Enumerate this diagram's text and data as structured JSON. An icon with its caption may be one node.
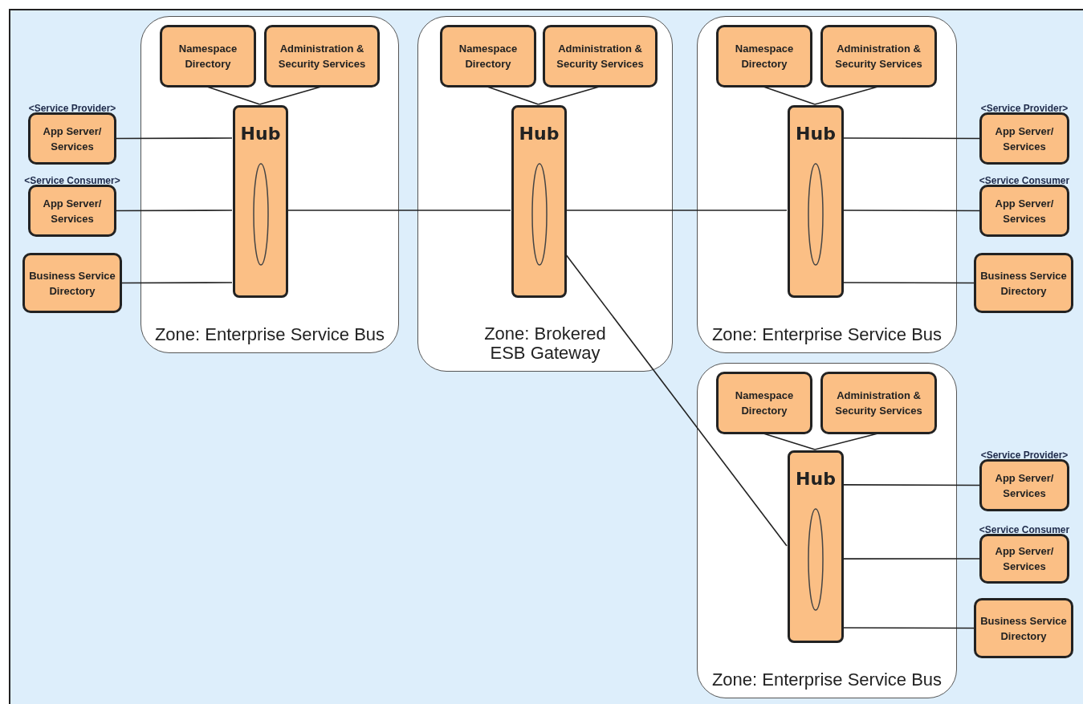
{
  "diagram": {
    "nodes": [
      {
        "text": [
          "Zone: Enterprise Service Bus"
        ]
      },
      {
        "text": [
          "Namespace Directory"
        ],
        "in": 0
      },
      {
        "text": [
          "Administration & Security Services"
        ],
        "in": 0
      },
      {
        "text": [
          "Hub"
        ],
        "in": 0
      },
      {
        "text": [
          "App Server/ Services"
        ],
        "beside": [
          "<Service Provider>"
        ]
      },
      {
        "text": [
          "App Server/ Services"
        ],
        "beside": [
          "<Service Consumer>"
        ]
      },
      {
        "text": [
          "Business Service Directory"
        ]
      },
      {
        "text": [
          "Zone: Brokered ESB Gateway"
        ]
      },
      {
        "text": [
          "Namespace Directory"
        ],
        "in": 7
      },
      {
        "text": [
          "Administration & Security Services"
        ],
        "in": 7
      },
      {
        "text": [
          "Hub"
        ],
        "in": 7
      },
      {
        "text": [
          "Zone: Enterprise Service Bus"
        ]
      },
      {
        "text": [
          "Namespace Directory"
        ],
        "in": 11
      },
      {
        "text": [
          "Administration & Security Services"
        ],
        "in": 11
      },
      {
        "text": [
          "Hub"
        ],
        "in": 11
      },
      {
        "text": [
          "App Server/ Services"
        ],
        "beside": [
          "<Service Provider>"
        ]
      },
      {
        "text": [
          "App Server/ Services"
        ],
        "beside": [
          "<Service Consumer"
        ]
      },
      {
        "text": [
          "Business Service Directory"
        ]
      },
      {
        "text": [
          "Zone: Enterprise Service Bus"
        ]
      },
      {
        "text": [
          "Namespace Directory"
        ],
        "in": 18
      },
      {
        "text": [
          "Administration & Security Services"
        ],
        "in": 18
      },
      {
        "text": [
          "Hub"
        ],
        "in": 18
      },
      {
        "text": [
          "App Server/ Services"
        ],
        "beside": [
          "<Service Provider>"
        ]
      },
      {
        "text": [
          "App Server/ Services"
        ],
        "beside": [
          "<Service Consumer"
        ]
      },
      {
        "text": [
          "Business Service Directory"
        ]
      }
    ],
    "edges": [
      {
        "from": 1,
        "to": 3,
        "arrow": "none"
      },
      {
        "from": 2,
        "to": 3,
        "arrow": "none"
      },
      {
        "from": 4,
        "to": 3,
        "arrow": "none"
      },
      {
        "from": 5,
        "to": 3,
        "arrow": "none"
      },
      {
        "from": 6,
        "to": 3,
        "arrow": "none"
      },
      {
        "from": 3,
        "to": 10,
        "arrow": "none"
      },
      {
        "from": 8,
        "to": 10,
        "arrow": "none"
      },
      {
        "from": 9,
        "to": 10,
        "arrow": "none"
      },
      {
        "from": 10,
        "to": 14,
        "arrow": "none"
      },
      {
        "from": 10,
        "to": 21,
        "arrow": "none"
      },
      {
        "from": 12,
        "to": 14,
        "arrow": "none"
      },
      {
        "from": 13,
        "to": 14,
        "arrow": "none"
      },
      {
        "from": 14,
        "to": 15,
        "arrow": "none"
      },
      {
        "from": 14,
        "to": 16,
        "arrow": "none"
      },
      {
        "from": 14,
        "to": 17,
        "arrow": "none"
      },
      {
        "from": 19,
        "to": 21,
        "arrow": "none"
      },
      {
        "from": 20,
        "to": 21,
        "arrow": "none"
      },
      {
        "from": 21,
        "to": 22,
        "arrow": "none"
      },
      {
        "from": 21,
        "to": 23,
        "arrow": "none"
      },
      {
        "from": 21,
        "to": 24,
        "arrow": "none"
      }
    ]
  }
}
